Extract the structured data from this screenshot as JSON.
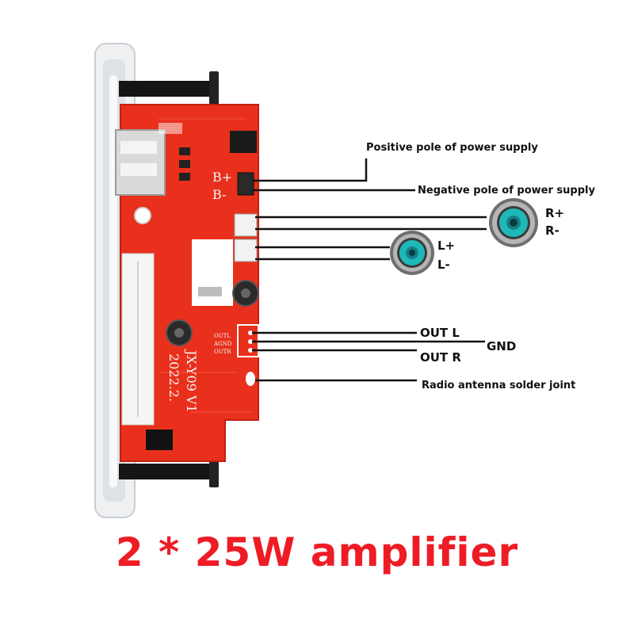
{
  "colors": {
    "pcb": "#e8301c",
    "pcb_dark": "#c41f10",
    "accent_red": "#ee1c25",
    "line": "#111111",
    "speaker_cone": "#1fb8b8",
    "speaker_rim": "#8a8a8a"
  },
  "board": {
    "silkscreen_bplus": "B+",
    "silkscreen_bminus": "B-",
    "silkscreen_model": "JX-Y09 V1",
    "silkscreen_date": "2022.2.",
    "silkscreen_outl": "OUTL",
    "silkscreen_agnd": "AGND",
    "silkscreen_outr": "OUTR"
  },
  "labels": {
    "positive_pole": "Positive pole of power supply",
    "negative_pole": "Negative pole of power supply",
    "r_plus": "R+",
    "r_minus": "R-",
    "l_plus": "L+",
    "l_minus": "L-",
    "out_l": "OUT L",
    "gnd": "GND",
    "out_r": "OUT R",
    "antenna": "Radio antenna solder joint"
  },
  "icons": [
    "speaker-icon-right",
    "speaker-icon-left"
  ],
  "caption": "2 * 25W amplifier"
}
